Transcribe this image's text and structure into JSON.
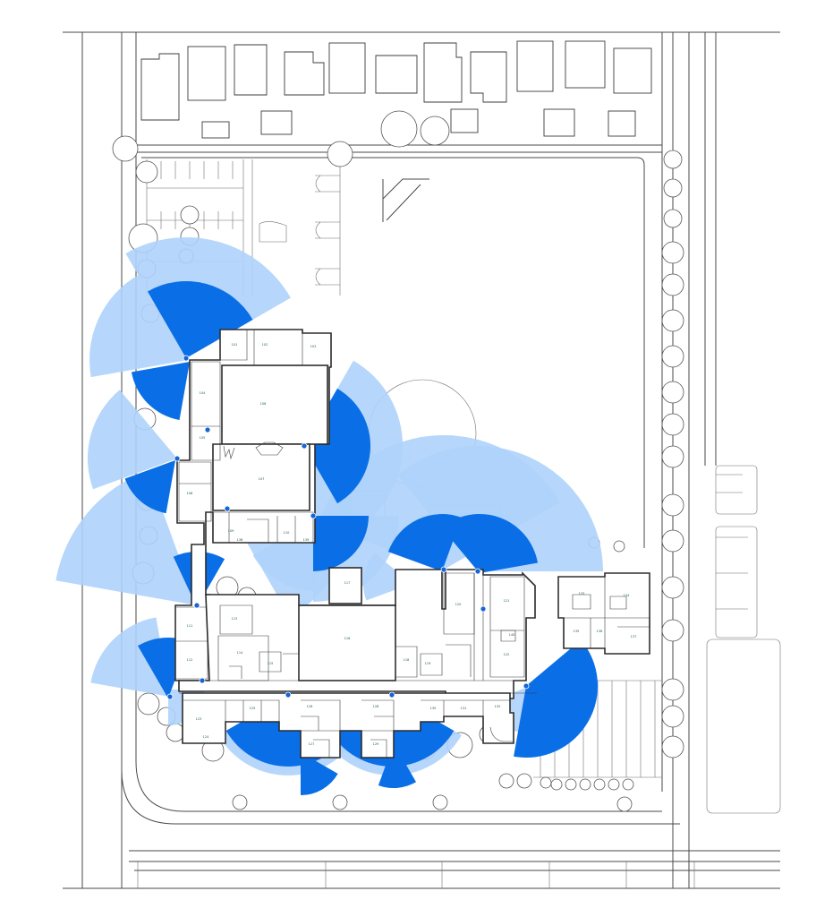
{
  "map": {
    "colors": {
      "line": "#4a4a4a",
      "camera_near": "#0a6fe6",
      "camera_far": "#aed3fb",
      "camera_dot": "#1565d8",
      "room_label": "#1a5a3a"
    },
    "icons": [
      "camera-icon",
      "tree-icon"
    ],
    "room_labels": [
      "101",
      "102",
      "103",
      "104",
      "105",
      "106",
      "107",
      "108",
      "109",
      "110",
      "111",
      "112",
      "113",
      "114",
      "115",
      "116",
      "117",
      "118",
      "119",
      "120",
      "121",
      "122",
      "123",
      "124",
      "125",
      "126",
      "127",
      "128",
      "129",
      "130",
      "131",
      "132",
      "133",
      "134",
      "135",
      "136",
      "137",
      "138",
      "139",
      "140"
    ]
  }
}
